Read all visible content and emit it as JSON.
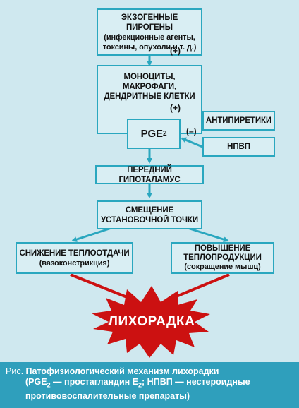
{
  "diagram": {
    "box_pyrogens": {
      "line1": "ЭКЗОГЕННЫЕ ПИРОГЕНЫ",
      "line2": "(инфекционные агенты,",
      "line3": "токсины, опухоли и т. д.)"
    },
    "plus_top": "(+)",
    "box_cells": {
      "line1": "МОНОЦИТЫ, МАКРОФАГИ,",
      "line2": "ДЕНДРИТНЫЕ КЛЕТКИ"
    },
    "plus_mid": "(+)",
    "box_pge2": {
      "base": "PGE",
      "sub": "2"
    },
    "minus": "(–)",
    "box_antipyretics": "АНТИПИРЕТИКИ",
    "box_nsaid": "НПВП",
    "box_hypothalamus": "ПЕРЕДНИЙ ГИПОТАЛАМУС",
    "box_setpoint": {
      "line1": "СМЕЩЕНИЕ",
      "line2": "УСТАНОВОЧНОЙ ТОЧКИ"
    },
    "box_heatloss": {
      "line1": "СНИЖЕНИЕ ТЕПЛООТДАЧИ",
      "line2": "(вазоконстрикция)"
    },
    "box_heatprod": {
      "line1": "ПОВЫШЕНИЕ",
      "line2": "ТЕПЛОПРОДУКЦИИ",
      "line3": "(сокращение мышц)"
    },
    "fever": "ЛИХОРАДКА"
  },
  "caption": {
    "lead": "Рис.",
    "title": "Патофизиологический механизм лихорадки",
    "note_part1": "(PGE",
    "note_sub1": "2",
    "note_part2": " — простагландин E",
    "note_sub2": "2",
    "note_part3": "; НПВП — нестероидные",
    "note_line2": "противовоспалительные препараты)"
  },
  "colors": {
    "background": "#cfe8ef",
    "box_fill": "#d9eef3",
    "arrow": "#2aa7bf",
    "fever_red": "#cc1111",
    "caption_bg": "#2f9fbc"
  }
}
